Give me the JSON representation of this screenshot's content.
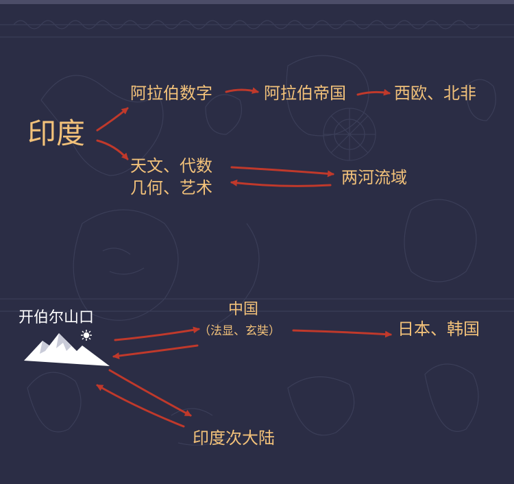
{
  "colors": {
    "background": "#2b2d45",
    "label": "#f3c27a",
    "arrow": "#c0392b",
    "mountain": "#ffffff"
  },
  "nodes": {
    "india": "印度",
    "arabic_numerals": "阿拉伯数字",
    "arab_empire": "阿拉伯帝国",
    "western_europe_north_africa": "西欧、北非",
    "astronomy_line1": "天文、代数",
    "astronomy_line2": "几何、艺术",
    "mesopotamia": "两河流域",
    "khyber_pass": "开伯尔山口",
    "china": "中国",
    "china_note": "（法显、玄奘）",
    "japan_korea": "日本、韩国",
    "subcontinent": "印度次大陆"
  },
  "icons": {
    "mountain": "mountain-icon",
    "sun": "sun-icon"
  }
}
